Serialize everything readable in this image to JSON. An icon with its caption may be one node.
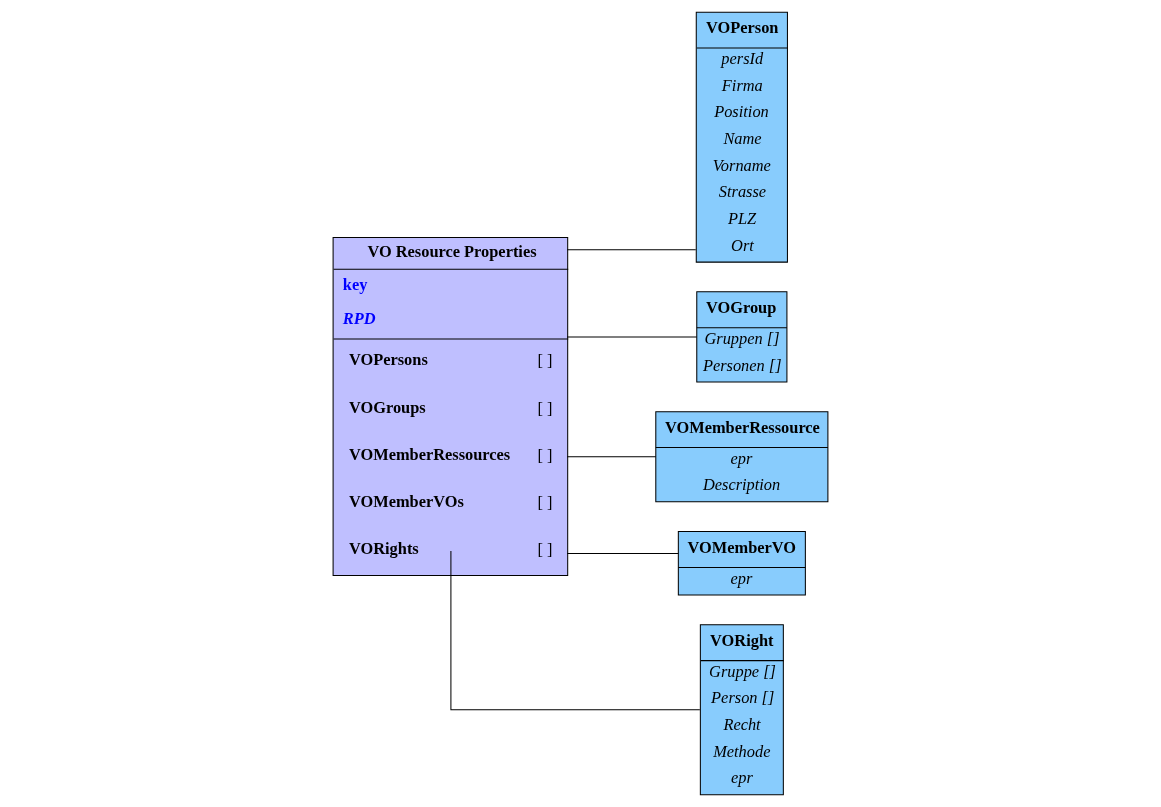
{
  "diagram": {
    "nodes": [
      {
        "text": [
          "VO Resource Properties",
          "key",
          "RPD",
          "VOPersons",
          "[ ]",
          "VOGroups",
          "[ ]",
          "VOMemberRessources",
          "[ ]",
          "VOMemberVOs",
          "[ ]",
          "VORights",
          "[ ]"
        ]
      },
      {
        "text": [
          "VOPerson",
          "persId",
          "Firma",
          "Position",
          "Name",
          "Vorname",
          "Strasse",
          "PLZ",
          "Ort"
        ]
      },
      {
        "text": [
          "VOGroup",
          "Gruppen []",
          "Personen []"
        ]
      },
      {
        "text": [
          "VOMemberRessource",
          "epr",
          "Description"
        ]
      },
      {
        "text": [
          "VOMemberVO",
          "epr"
        ]
      },
      {
        "text": [
          "VORight",
          "Gruppe []",
          "Person []",
          "Recht",
          "Methode",
          "epr"
        ]
      }
    ],
    "edges": [
      {
        "from": 0,
        "to": 1,
        "arrow": "none"
      },
      {
        "from": 0,
        "to": 2,
        "arrow": "none"
      },
      {
        "from": 0,
        "to": 3,
        "arrow": "none"
      },
      {
        "from": 0,
        "to": 4,
        "arrow": "none"
      },
      {
        "from": 0,
        "to": 5,
        "arrow": "none"
      }
    ]
  }
}
